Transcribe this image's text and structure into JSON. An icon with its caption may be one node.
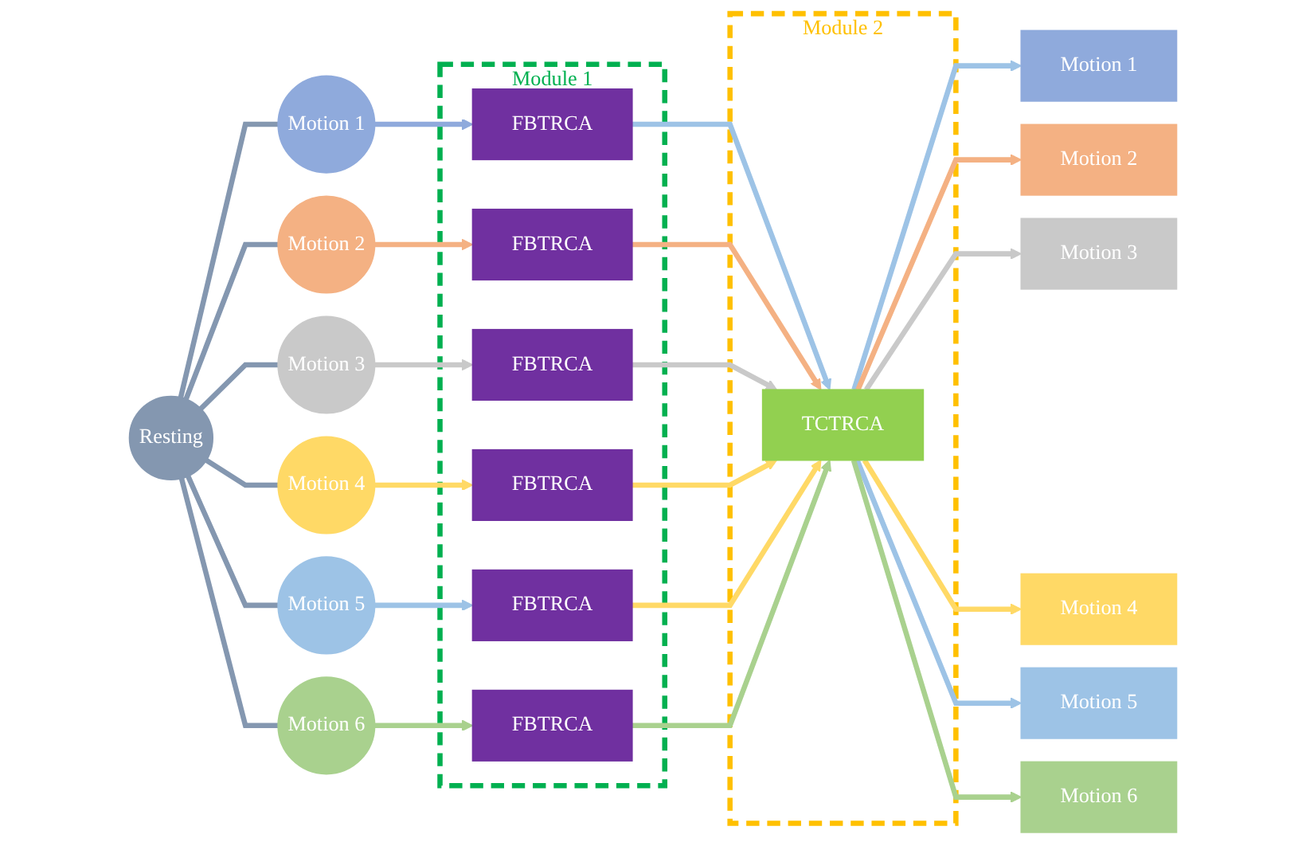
{
  "diagram": {
    "nodes": [
      {
        "text": [
          "Resting"
        ]
      },
      {
        "text": [
          "Motion 1"
        ]
      },
      {
        "text": [
          "Motion 2"
        ]
      },
      {
        "text": [
          "Motion 3"
        ]
      },
      {
        "text": [
          "Motion 4"
        ]
      },
      {
        "text": [
          "Motion 5"
        ]
      },
      {
        "text": [
          "Motion 6"
        ]
      },
      {
        "text": [
          "Module 1"
        ]
      },
      {
        "text": [
          "FBTRCA"
        ],
        "in": 7
      },
      {
        "text": [
          "FBTRCA"
        ],
        "in": 7
      },
      {
        "text": [
          "FBTRCA"
        ],
        "in": 7
      },
      {
        "text": [
          "FBTRCA"
        ],
        "in": 7
      },
      {
        "text": [
          "FBTRCA"
        ],
        "in": 7
      },
      {
        "text": [
          "FBTRCA"
        ],
        "in": 7
      },
      {
        "text": [
          "Module 2"
        ]
      },
      {
        "text": [
          "TCTRCA"
        ],
        "in": 14
      },
      {
        "text": [
          "Motion 1"
        ]
      },
      {
        "text": [
          "Motion 2"
        ]
      },
      {
        "text": [
          "Motion 3"
        ]
      },
      {
        "text": [
          "Motion 4"
        ]
      },
      {
        "text": [
          "Motion 5"
        ]
      },
      {
        "text": [
          "Motion 6"
        ]
      }
    ],
    "edges": [
      {
        "from": 0,
        "to": 1,
        "arrow": "none"
      },
      {
        "from": 0,
        "to": 2,
        "arrow": "none"
      },
      {
        "from": 0,
        "to": 3,
        "arrow": "none"
      },
      {
        "from": 0,
        "to": 4,
        "arrow": "none"
      },
      {
        "from": 0,
        "to": 5,
        "arrow": "none"
      },
      {
        "from": 0,
        "to": 6,
        "arrow": "none"
      },
      {
        "from": 1,
        "to": 8,
        "arrow": "to",
        "color": "#8faadc"
      },
      {
        "from": 2,
        "to": 9,
        "arrow": "to",
        "color": "#f4b183"
      },
      {
        "from": 3,
        "to": 10,
        "arrow": "to",
        "color": "#c9c9c9"
      },
      {
        "from": 4,
        "to": 11,
        "arrow": "to",
        "color": "#ffd966"
      },
      {
        "from": 5,
        "to": 12,
        "arrow": "to",
        "color": "#9dc3e6"
      },
      {
        "from": 6,
        "to": 13,
        "arrow": "to",
        "color": "#a9d18e"
      },
      {
        "from": 8,
        "to": 15,
        "arrow": "to",
        "color": "#9dc3e6"
      },
      {
        "from": 9,
        "to": 15,
        "arrow": "to",
        "color": "#f4b183"
      },
      {
        "from": 10,
        "to": 15,
        "arrow": "to",
        "color": "#c9c9c9"
      },
      {
        "from": 11,
        "to": 15,
        "arrow": "to",
        "color": "#ffd966"
      },
      {
        "from": 12,
        "to": 15,
        "arrow": "to",
        "color": "#ffd966"
      },
      {
        "from": 13,
        "to": 15,
        "arrow": "to",
        "color": "#a9d18e"
      },
      {
        "from": 15,
        "to": 16,
        "arrow": "to",
        "color": "#9dc3e6"
      },
      {
        "from": 15,
        "to": 17,
        "arrow": "to",
        "color": "#f4b183"
      },
      {
        "from": 15,
        "to": 18,
        "arrow": "to",
        "color": "#c9c9c9"
      },
      {
        "from": 15,
        "to": 19,
        "arrow": "to",
        "color": "#ffd966"
      },
      {
        "from": 15,
        "to": 20,
        "arrow": "to",
        "color": "#9dc3e6"
      },
      {
        "from": 15,
        "to": 21,
        "arrow": "to",
        "color": "#a9d18e"
      }
    ]
  }
}
